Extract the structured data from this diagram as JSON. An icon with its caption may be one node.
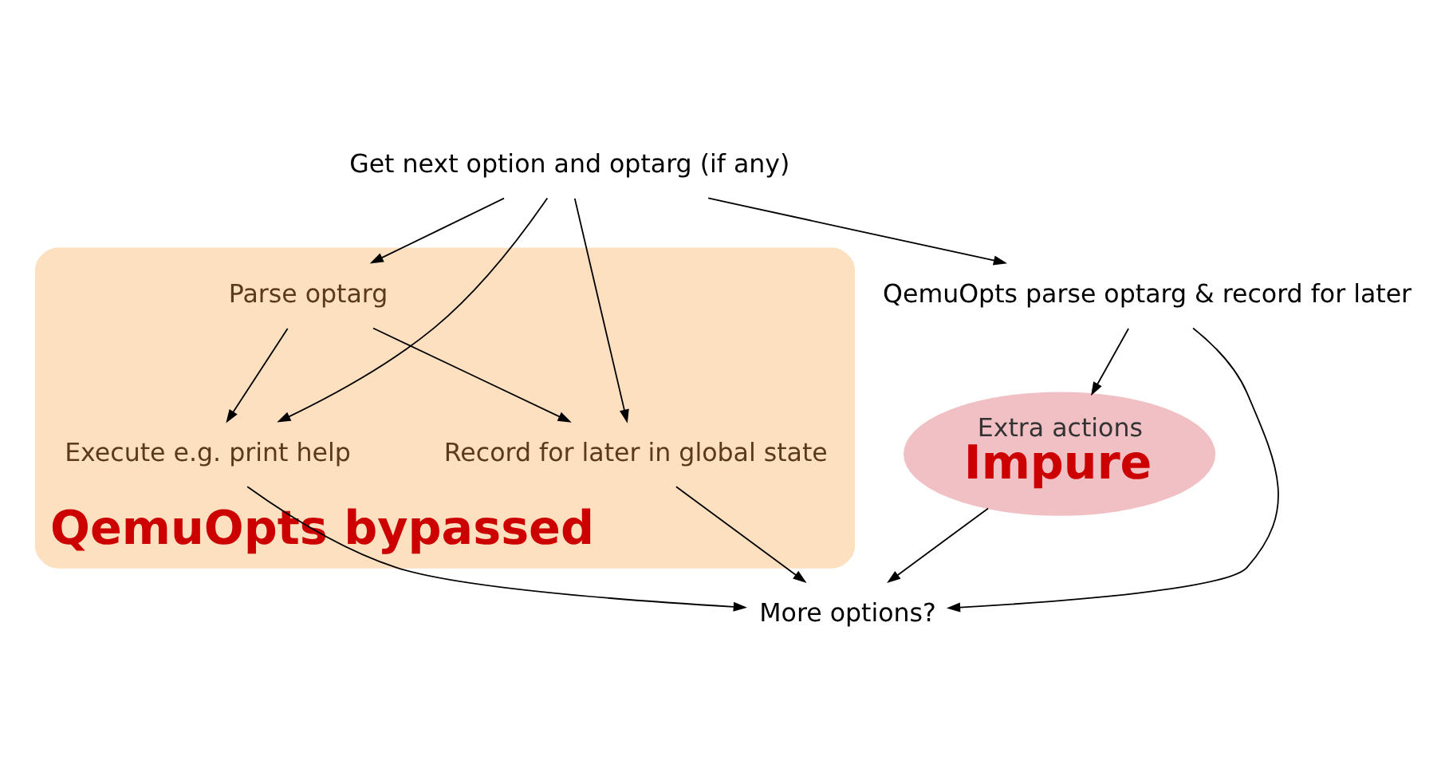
{
  "diagram": {
    "nodes": [
      {
        "text": [
          "Get next option and optarg (if any)"
        ]
      },
      {
        "text": [
          "QemuOpts bypassed"
        ]
      },
      {
        "text": [
          "Parse optarg"
        ],
        "in": 1
      },
      {
        "text": [
          "Execute e.g. print help"
        ],
        "in": 1
      },
      {
        "text": [
          "Record for later in global state"
        ],
        "in": 1
      },
      {
        "text": [
          "QemuOpts parse optarg & record for later"
        ]
      },
      {
        "text": [
          "Extra actions",
          "Impure"
        ]
      },
      {
        "text": [
          "More options?"
        ]
      }
    ],
    "edges": [
      {
        "from": 0,
        "to": 3,
        "arrow": "to"
      },
      {
        "from": 0,
        "to": 4,
        "arrow": "to"
      },
      {
        "from": 0,
        "to": 2,
        "arrow": "to"
      },
      {
        "from": 0,
        "to": 5,
        "arrow": "to"
      },
      {
        "from": 2,
        "to": 3,
        "arrow": "to"
      },
      {
        "from": 2,
        "to": 4,
        "arrow": "to"
      },
      {
        "from": 5,
        "to": 6,
        "arrow": "to"
      },
      {
        "from": 3,
        "to": 7,
        "arrow": "to"
      },
      {
        "from": 4,
        "to": 7,
        "arrow": "to"
      },
      {
        "from": 5,
        "to": 7,
        "arrow": "to"
      },
      {
        "from": 6,
        "to": 7,
        "arrow": "to"
      }
    ]
  }
}
